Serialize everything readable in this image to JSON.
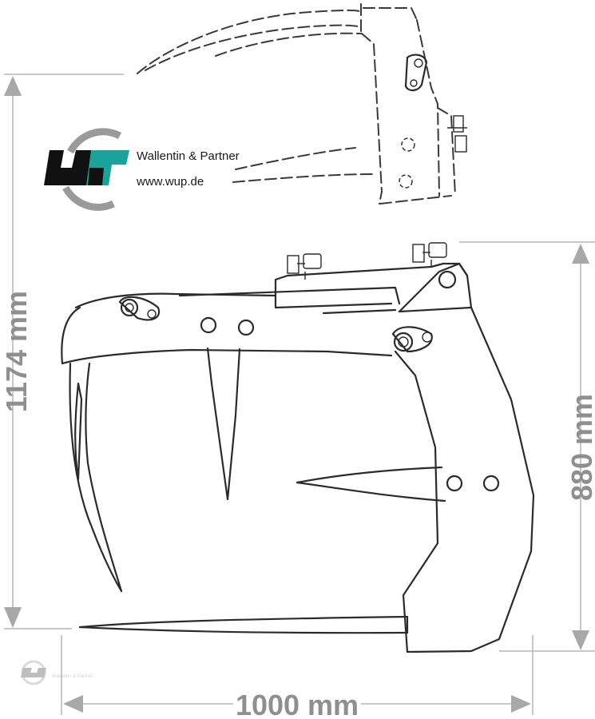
{
  "brand": {
    "name": "Wallentin & Partner",
    "url": "www.wup.de",
    "logo_colors": {
      "dark": "#111111",
      "teal": "#1aa39a",
      "ring": "#9a9a9a"
    }
  },
  "watermark": {
    "name": "Wallentin & Partner"
  },
  "dimensions": {
    "height_total": "1174 mm",
    "height_frame": "880 mm",
    "width": "1000 mm"
  }
}
